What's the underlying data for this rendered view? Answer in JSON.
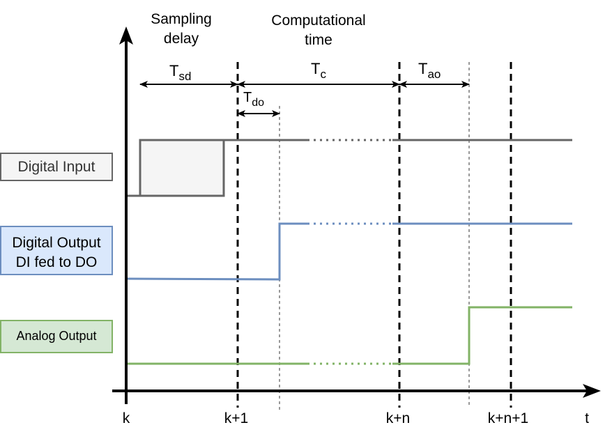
{
  "header": {
    "sampling_delay": [
      "Sampling",
      "delay"
    ],
    "computational_time": [
      "Computational",
      "time"
    ]
  },
  "intervals": {
    "tsd": {
      "base": "T",
      "sub": "sd"
    },
    "tc": {
      "base": "T",
      "sub": "c"
    },
    "tao": {
      "base": "T",
      "sub": "ao"
    },
    "tdo": {
      "base": "T",
      "sub": "do"
    }
  },
  "signals": {
    "digital_input": {
      "label": "Digital Input",
      "color": "#666666",
      "fill": "#f5f5f5"
    },
    "digital_output": {
      "label_lines": [
        "Digital Output",
        "DI fed to DO"
      ],
      "color": "#6c8ebf",
      "fill": "#dae8fc"
    },
    "analog_output": {
      "label": "Analog Output",
      "color": "#82b366",
      "fill": "#d5e8d4"
    }
  },
  "axis": {
    "ticks": [
      "k",
      "k+1",
      "k+n",
      "k+n+1"
    ],
    "time_label": "t"
  }
}
